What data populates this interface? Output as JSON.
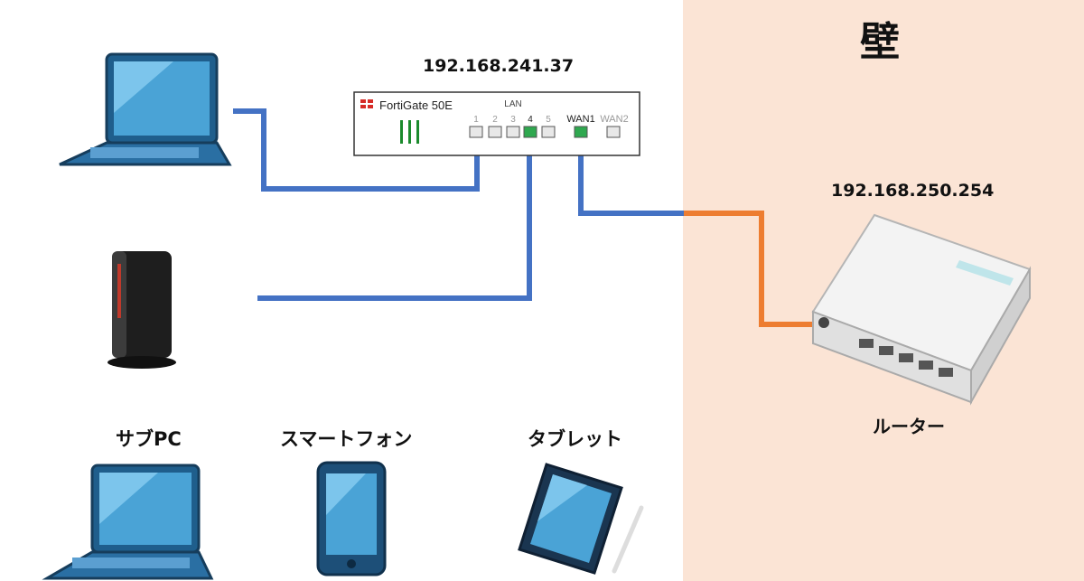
{
  "wall": {
    "label": "壁",
    "color": "#fbe4d5"
  },
  "fortigate": {
    "ip": "192.168.241.37",
    "model": "FortiGate 50E",
    "lan_label": "LAN",
    "ports": [
      "1",
      "2",
      "3",
      "4",
      "5"
    ],
    "wan1": "WAN1",
    "wan2": "WAN2"
  },
  "router": {
    "ip": "192.168.250.254",
    "label": "ルーター"
  },
  "devices": {
    "sub_pc": "サブPC",
    "smartphone": "スマートフォン",
    "tablet": "タブレット"
  },
  "colors": {
    "lan_cable": "#4472c4",
    "wan_cable": "#ed7d31"
  }
}
